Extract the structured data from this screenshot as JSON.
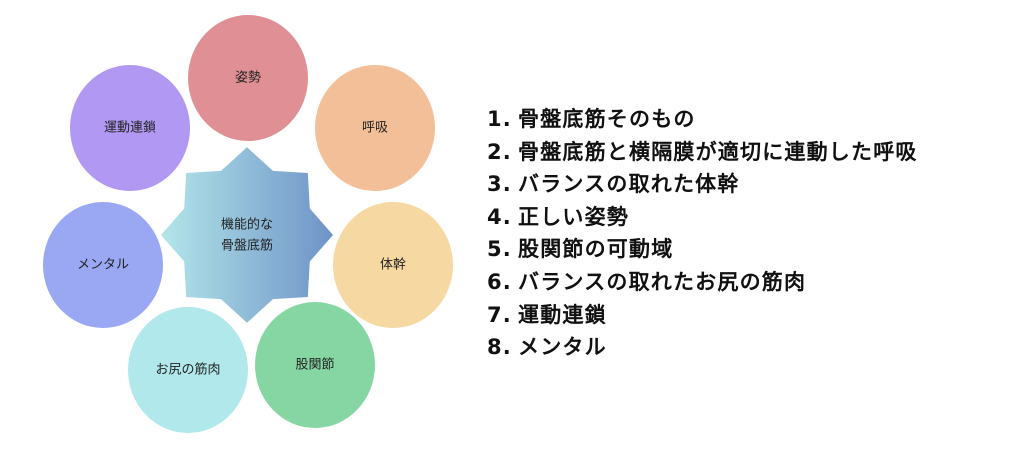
{
  "center": {
    "line1": "機能的な",
    "line2": "骨盤底筋",
    "gradient": [
      "#b3e6ea",
      "#6e93c7"
    ]
  },
  "nodes": [
    {
      "label": "姿勢",
      "color": "#e09094"
    },
    {
      "label": "呼吸",
      "color": "#f2bf98"
    },
    {
      "label": "体幹",
      "color": "#f6d8a3"
    },
    {
      "label": "股関節",
      "color": "#86d6a3"
    },
    {
      "label": "お尻の筋肉",
      "color": "#b0e8eb"
    },
    {
      "label": "メンタル",
      "color": "#9aa8f3"
    },
    {
      "label": "運動連鎖",
      "color": "#b098f3"
    }
  ],
  "list": [
    {
      "num": "1.",
      "text": "骨盤底筋そのもの"
    },
    {
      "num": "2.",
      "text": "骨盤底筋と横隔膜が適切に連動した呼吸"
    },
    {
      "num": "3.",
      "text": "バランスの取れた体幹"
    },
    {
      "num": "4.",
      "text": "正しい姿勢"
    },
    {
      "num": "5.",
      "text": "股関節の可動域"
    },
    {
      "num": "6.",
      "text": "バランスの取れたお尻の筋肉"
    },
    {
      "num": "7.",
      "text": "運動連鎖"
    },
    {
      "num": "8.",
      "text": "メンタル"
    }
  ]
}
